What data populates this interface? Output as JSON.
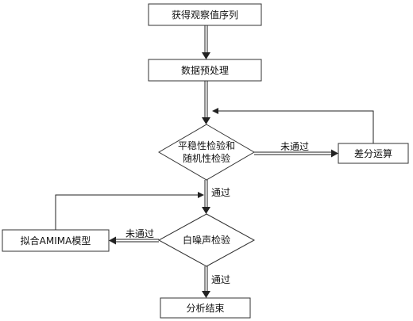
{
  "nodes": {
    "start": "获得观察值序列",
    "preprocess": "数据预处理",
    "stationarity_line1": "平稳性检验和",
    "stationarity_line2": "随机性检验",
    "difference": "差分运算",
    "white_noise": "白噪声检验",
    "fit_model": "拟合AMIMA模型",
    "end": "分析结束"
  },
  "edge_labels": {
    "stationarity_fail": "未通过",
    "stationarity_pass": "通过",
    "white_noise_fail": "未通过",
    "white_noise_pass": "通过"
  }
}
